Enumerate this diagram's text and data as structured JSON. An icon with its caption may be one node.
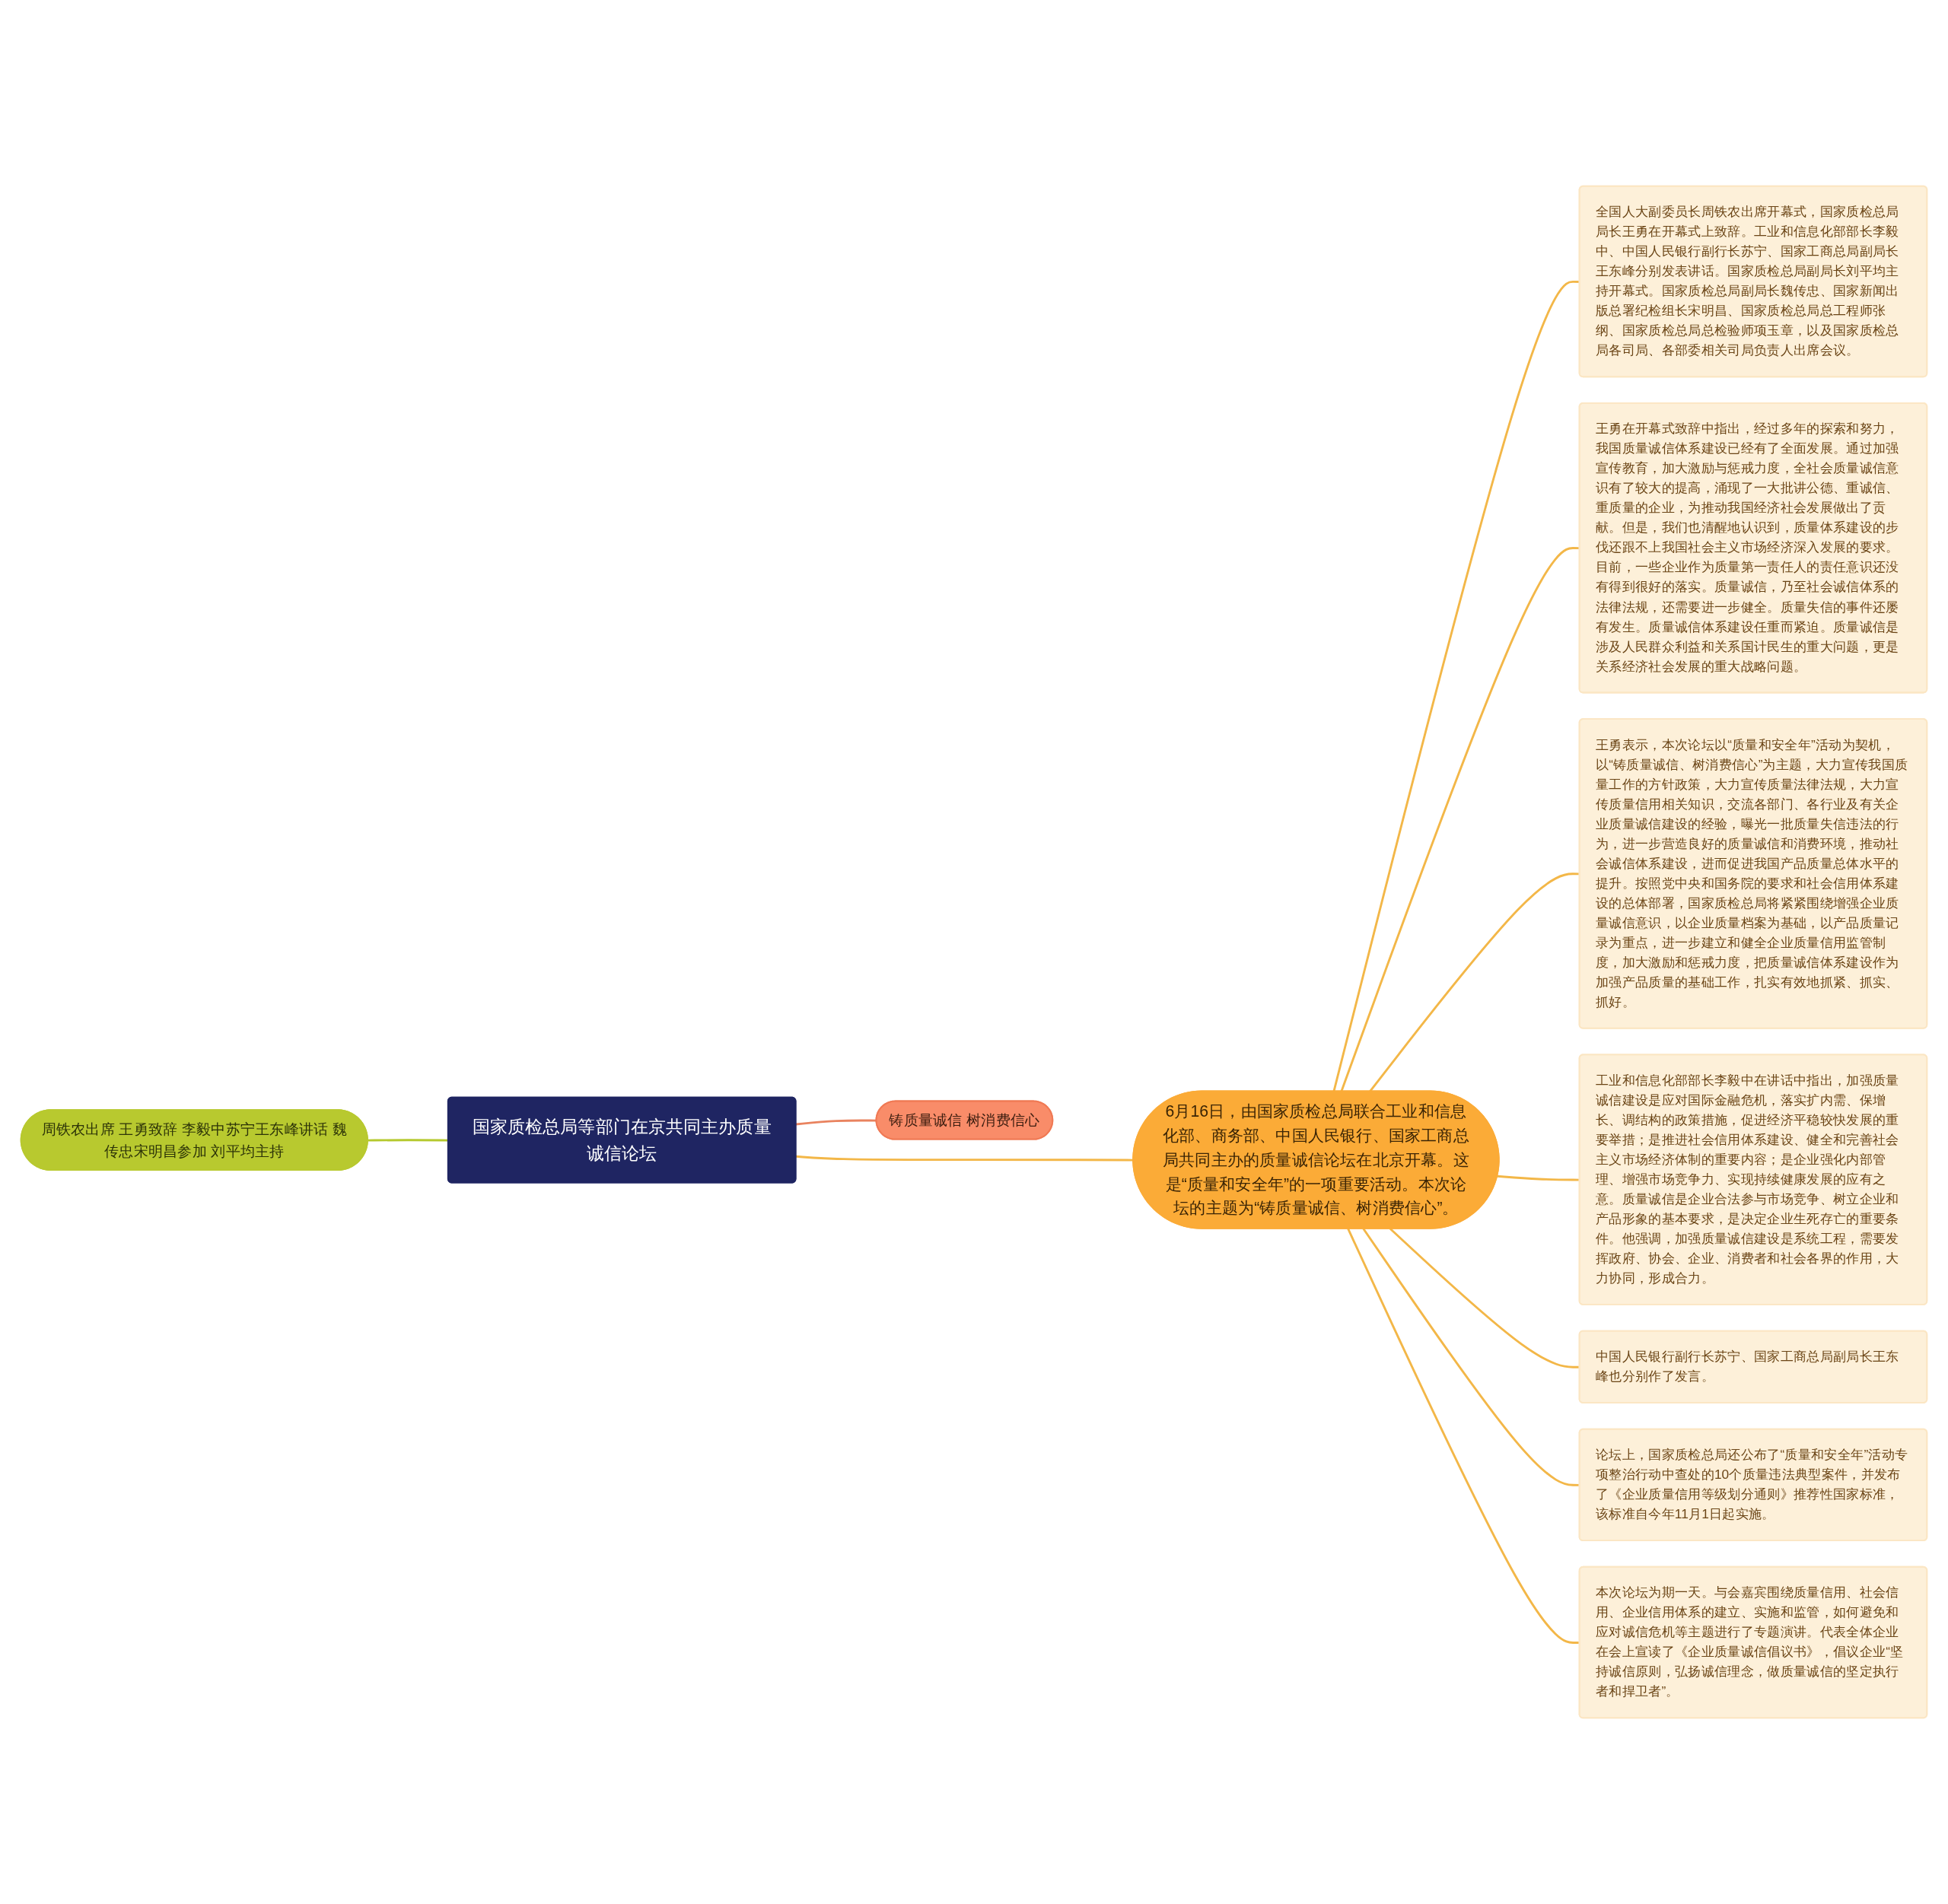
{
  "diagram": {
    "nodes": [
      {
        "text": [
          "国家质检总局等部门在京共同主办质量诚信论坛"
        ]
      },
      {
        "text": [
          "铸质量诚信 树消费信心"
        ]
      },
      {
        "text": [
          "周铁农出席 王勇致辞 李毅中苏宁王东峰讲话 魏传忠宋明昌参加 刘平均主持"
        ]
      },
      {
        "text": [
          "6月16日，由国家质检总局联合工业和信息化部、商务部、中国人民银行、国家工商总局共同主办的质量诚信论坛在北京开幕。这是“质量和安全年”的一项重要活动。本次论坛的主题为“铸质量诚信、树消费信心”。"
        ]
      },
      {
        "text": [
          "全国人大副委员长周铁农出席开幕式，国家质检总局局长王勇在开幕式上致辞。工业和信息化部部长李毅中、中国人民银行副行长苏宁、国家工商总局副局长王东峰分别发表讲话。国家质检总局副局长刘平均主持开幕式。国家质检总局副局长魏传忠、国家新闻出版总署纪检组长宋明昌、国家质检总局总工程师张纲、国家质检总局总检验师项玉章，以及国家质检总局各司局、各部委相关司局负责人出席会议。"
        ]
      },
      {
        "text": [
          "王勇在开幕式致辞中指出，经过多年的探索和努力，我国质量诚信体系建设已经有了全面发展。通过加强宣传教育，加大激励与惩戒力度，全社会质量诚信意识有了较大的提高，涌现了一大批讲公德、重诚信、重质量的企业，为推动我国经济社会发展做出了贡献。但是，我们也清醒地认识到，质量体系建设的步伐还跟不上我国社会主义市场经济深入发展的要求。目前，一些企业作为质量第一责任人的责任意识还没有得到很好的落实。质量诚信，乃至社会诚信体系的法律法规，还需要进一步健全。质量失信的事件还屡有发生。质量诚信体系建设任重而紧迫。质量诚信是涉及人民群众利益和关系国计民生的重大问题，更是关系经济社会发展的重大战略问题。"
        ]
      },
      {
        "text": [
          "王勇表示，本次论坛以“质量和安全年”活动为契机，以“铸质量诚信、树消费信心”为主题，大力宣传我国质量工作的方针政策，大力宣传质量法律法规，大力宣传质量信用相关知识，交流各部门、各行业及有关企业质量诚信建设的经验，曝光一批质量失信违法的行为，进一步营造良好的质量诚信和消费环境，推动社会诚信体系建设，进而促进我国产品质量总体水平的提升。按照党中央和国务院的要求和社会信用体系建设的总体部署，国家质检总局将紧紧围绕增强企业质量诚信意识，以企业质量档案为基础，以产品质量记录为重点，进一步建立和健全企业质量信用监管制度，加大激励和惩戒力度，把质量诚信体系建设作为加强产品质量的基础工作，扎实有效地抓紧、抓实、抓好。"
        ]
      },
      {
        "text": [
          "工业和信息化部部长李毅中在讲话中指出，加强质量诚信建设是应对国际金融危机，落实扩内需、保增长、调结构的政策措施，促进经济平稳较快发展的重要举措；是推进社会信用体系建设、健全和完善社会主义市场经济体制的重要内容；是企业强化内部管理、增强市场竞争力、实现持续健康发展的应有之意。质量诚信是企业合法参与市场竞争、树立企业和产品形象的基本要求，是决定企业生死存亡的重要条件。他强调，加强质量诚信建设是系统工程，需要发挥政府、协会、企业、消费者和社会各界的作用，大力协同，形成合力。"
        ]
      },
      {
        "text": [
          "中国人民银行副行长苏宁、国家工商总局副局长王东峰也分别作了发言。"
        ]
      },
      {
        "text": [
          "论坛上，国家质检总局还公布了“质量和安全年”活动专项整治行动中查处的10个质量违法典型案件，并发布了《企业质量信用等级划分通则》推荐性国家标准，该标准自今年11月1日起实施。"
        ]
      },
      {
        "text": [
          "本次论坛为期一天。与会嘉宾围绕质量信用、社会信用、企业信用体系的建立、实施和监管，如何避免和应对诚信危机等主题进行了专题演讲。代表全体企业在会上宣读了《企业质量诚信倡议书》，倡议企业“坚持诚信原则，弘扬诚信理念，做质量诚信的坚定执行者和捍卫者”。"
        ]
      }
    ],
    "edges": [
      {
        "from": 0,
        "to": 1,
        "arrow": "none",
        "color": "#e9835f"
      },
      {
        "from": 2,
        "to": 0,
        "arrow": "none",
        "color": "#b5c92e"
      },
      {
        "from": 0,
        "to": 3,
        "arrow": "none"
      },
      {
        "from": 3,
        "to": 4,
        "arrow": "none"
      },
      {
        "from": 3,
        "to": 5,
        "arrow": "none"
      },
      {
        "from": 3,
        "to": 6,
        "arrow": "none"
      },
      {
        "from": 3,
        "to": 7,
        "arrow": "none"
      },
      {
        "from": 3,
        "to": 8,
        "arrow": "none"
      },
      {
        "from": 3,
        "to": 9,
        "arrow": "none"
      },
      {
        "from": 3,
        "to": 10,
        "arrow": "none"
      }
    ]
  }
}
